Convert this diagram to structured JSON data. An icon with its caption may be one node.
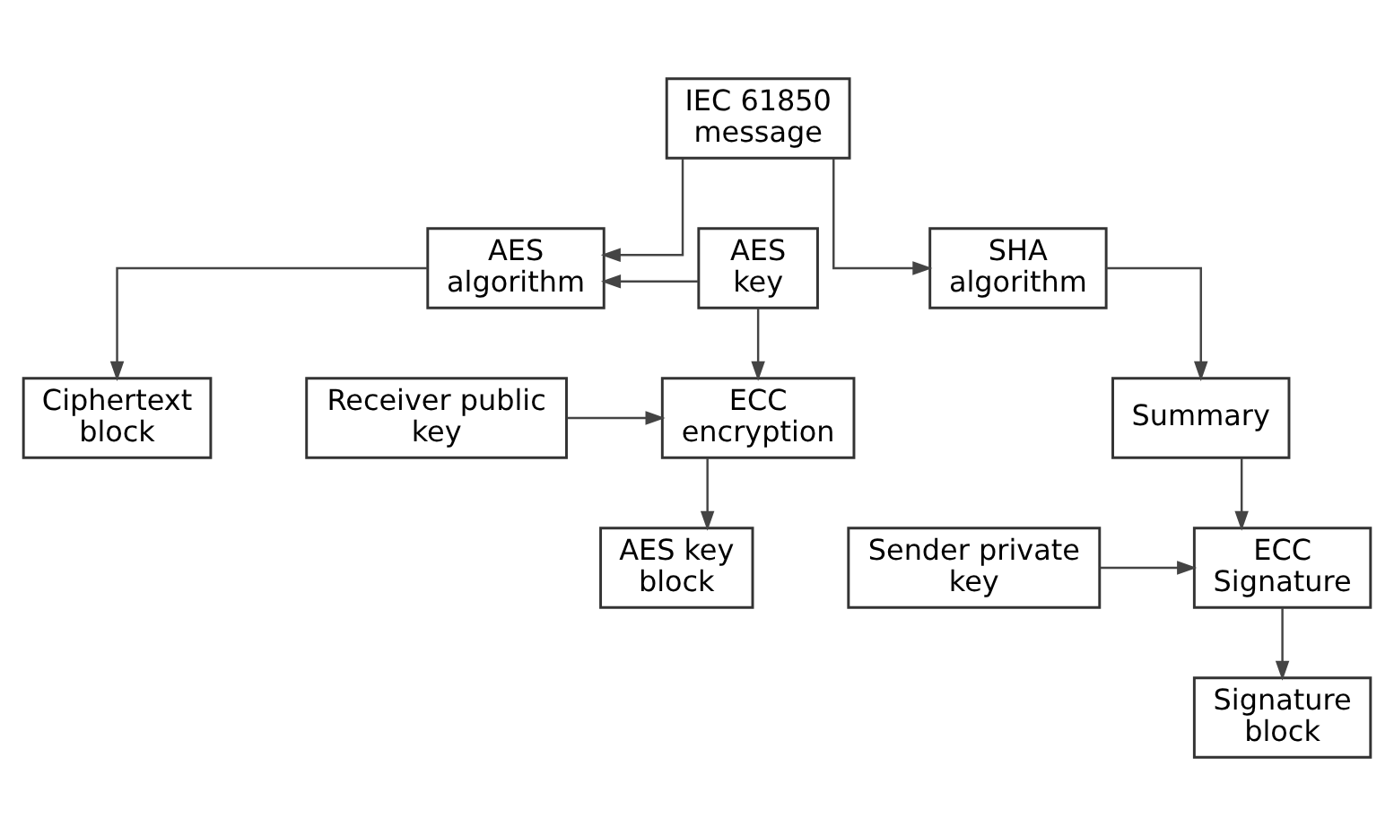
{
  "diagram": {
    "nodes": [
      {
        "text": [
          "IEC 61850 message"
        ]
      },
      {
        "text": [
          "AES algorithm"
        ]
      },
      {
        "text": [
          "AES key"
        ]
      },
      {
        "text": [
          "SHA algorithm"
        ]
      },
      {
        "text": [
          "ECC encryption"
        ]
      },
      {
        "text": [
          "Receiver public key"
        ]
      },
      {
        "text": [
          "Summary"
        ]
      },
      {
        "text": [
          "Sender private key"
        ]
      },
      {
        "text": [
          "ECC Signature"
        ]
      },
      {
        "text": [
          "Signature block"
        ]
      },
      {
        "text": [
          "Ciphertext block"
        ]
      },
      {
        "text": [
          "AES key block"
        ]
      }
    ],
    "edges": [
      {
        "from": 0,
        "to": 3,
        "arrow": "to"
      },
      {
        "from": 0,
        "to": 1,
        "arrow": "to"
      },
      {
        "from": 2,
        "to": 1,
        "arrow": "to"
      },
      {
        "from": 2,
        "to": 4,
        "arrow": "to"
      },
      {
        "from": 5,
        "to": 4,
        "arrow": "to"
      },
      {
        "from": 3,
        "to": 6,
        "arrow": "to"
      },
      {
        "from": 6,
        "to": 8,
        "arrow": "to"
      },
      {
        "from": 7,
        "to": 8,
        "arrow": "to"
      },
      {
        "from": 8,
        "to": 9,
        "arrow": "to"
      },
      {
        "from": 1,
        "to": 10,
        "arrow": "to"
      },
      {
        "from": 4,
        "to": 11,
        "arrow": "to"
      }
    ]
  }
}
